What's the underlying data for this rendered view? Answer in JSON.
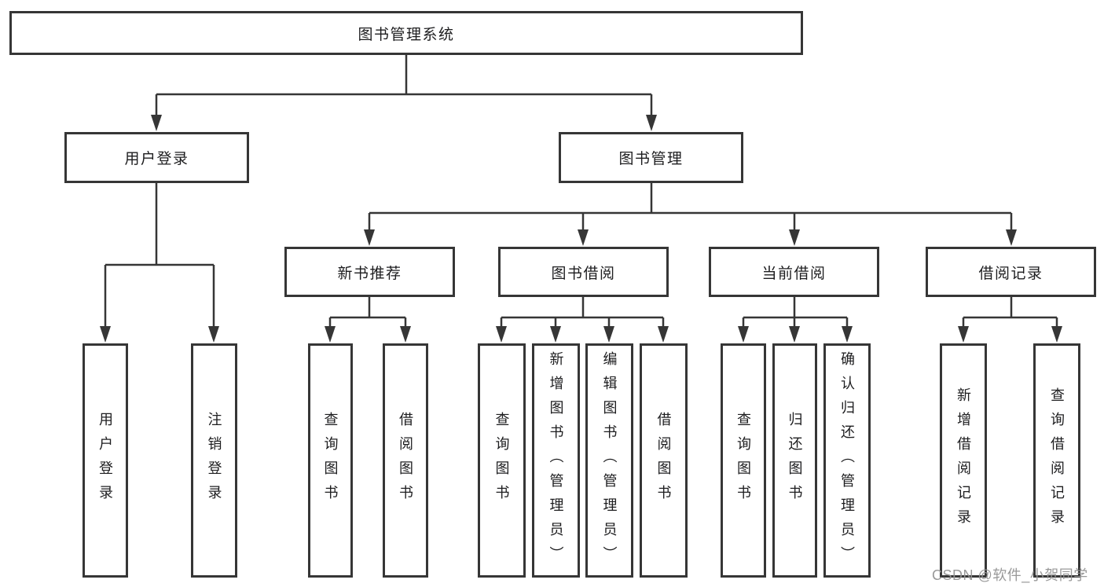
{
  "diagram": {
    "root": "图书管理系统",
    "level2": [
      "用户登录",
      "图书管理"
    ],
    "level3": [
      "新书推荐",
      "图书借阅",
      "当前借阅",
      "借阅记录"
    ],
    "leaves": {
      "user_login": [
        "用户登录",
        "注销登录"
      ],
      "new_book": [
        "查询图书",
        "借阅图书"
      ],
      "borrow": [
        "查询图书",
        "新增图书（管理员）",
        "编辑图书（管理员）",
        "借阅图书"
      ],
      "current": [
        "查询图书",
        "归还图书",
        "确认归还（管理员）"
      ],
      "records": [
        "新增借阅记录",
        "查询借阅记录"
      ]
    }
  },
  "watermark": "CSDN @软件_小贺同学",
  "colors": {
    "line": "#363636",
    "text": "#1d1d1f",
    "box_background": "#ffffff",
    "watermark": "#949494",
    "background": "#ffffff"
  }
}
